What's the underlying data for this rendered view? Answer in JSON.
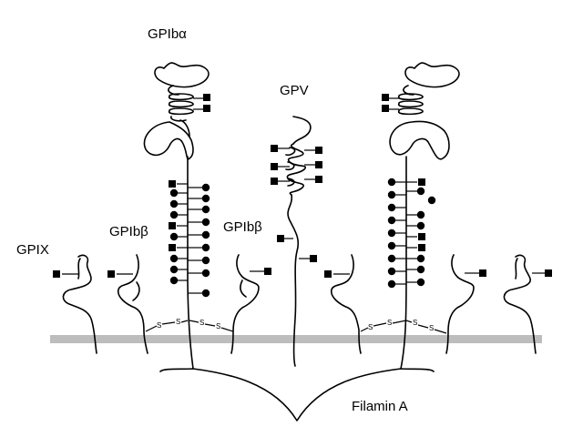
{
  "labels": {
    "gpib_alpha": "GPIbα",
    "gpv": "GPV",
    "gpib_beta_left": "GPIbβ",
    "gpib_beta_right": "GPIbβ",
    "gpix": "GPIX",
    "filamin": "Filamin A"
  },
  "disulfide_symbol": "S",
  "colors": {
    "membrane": "#bdbdbd",
    "stroke": "#000000",
    "background": "#ffffff"
  }
}
